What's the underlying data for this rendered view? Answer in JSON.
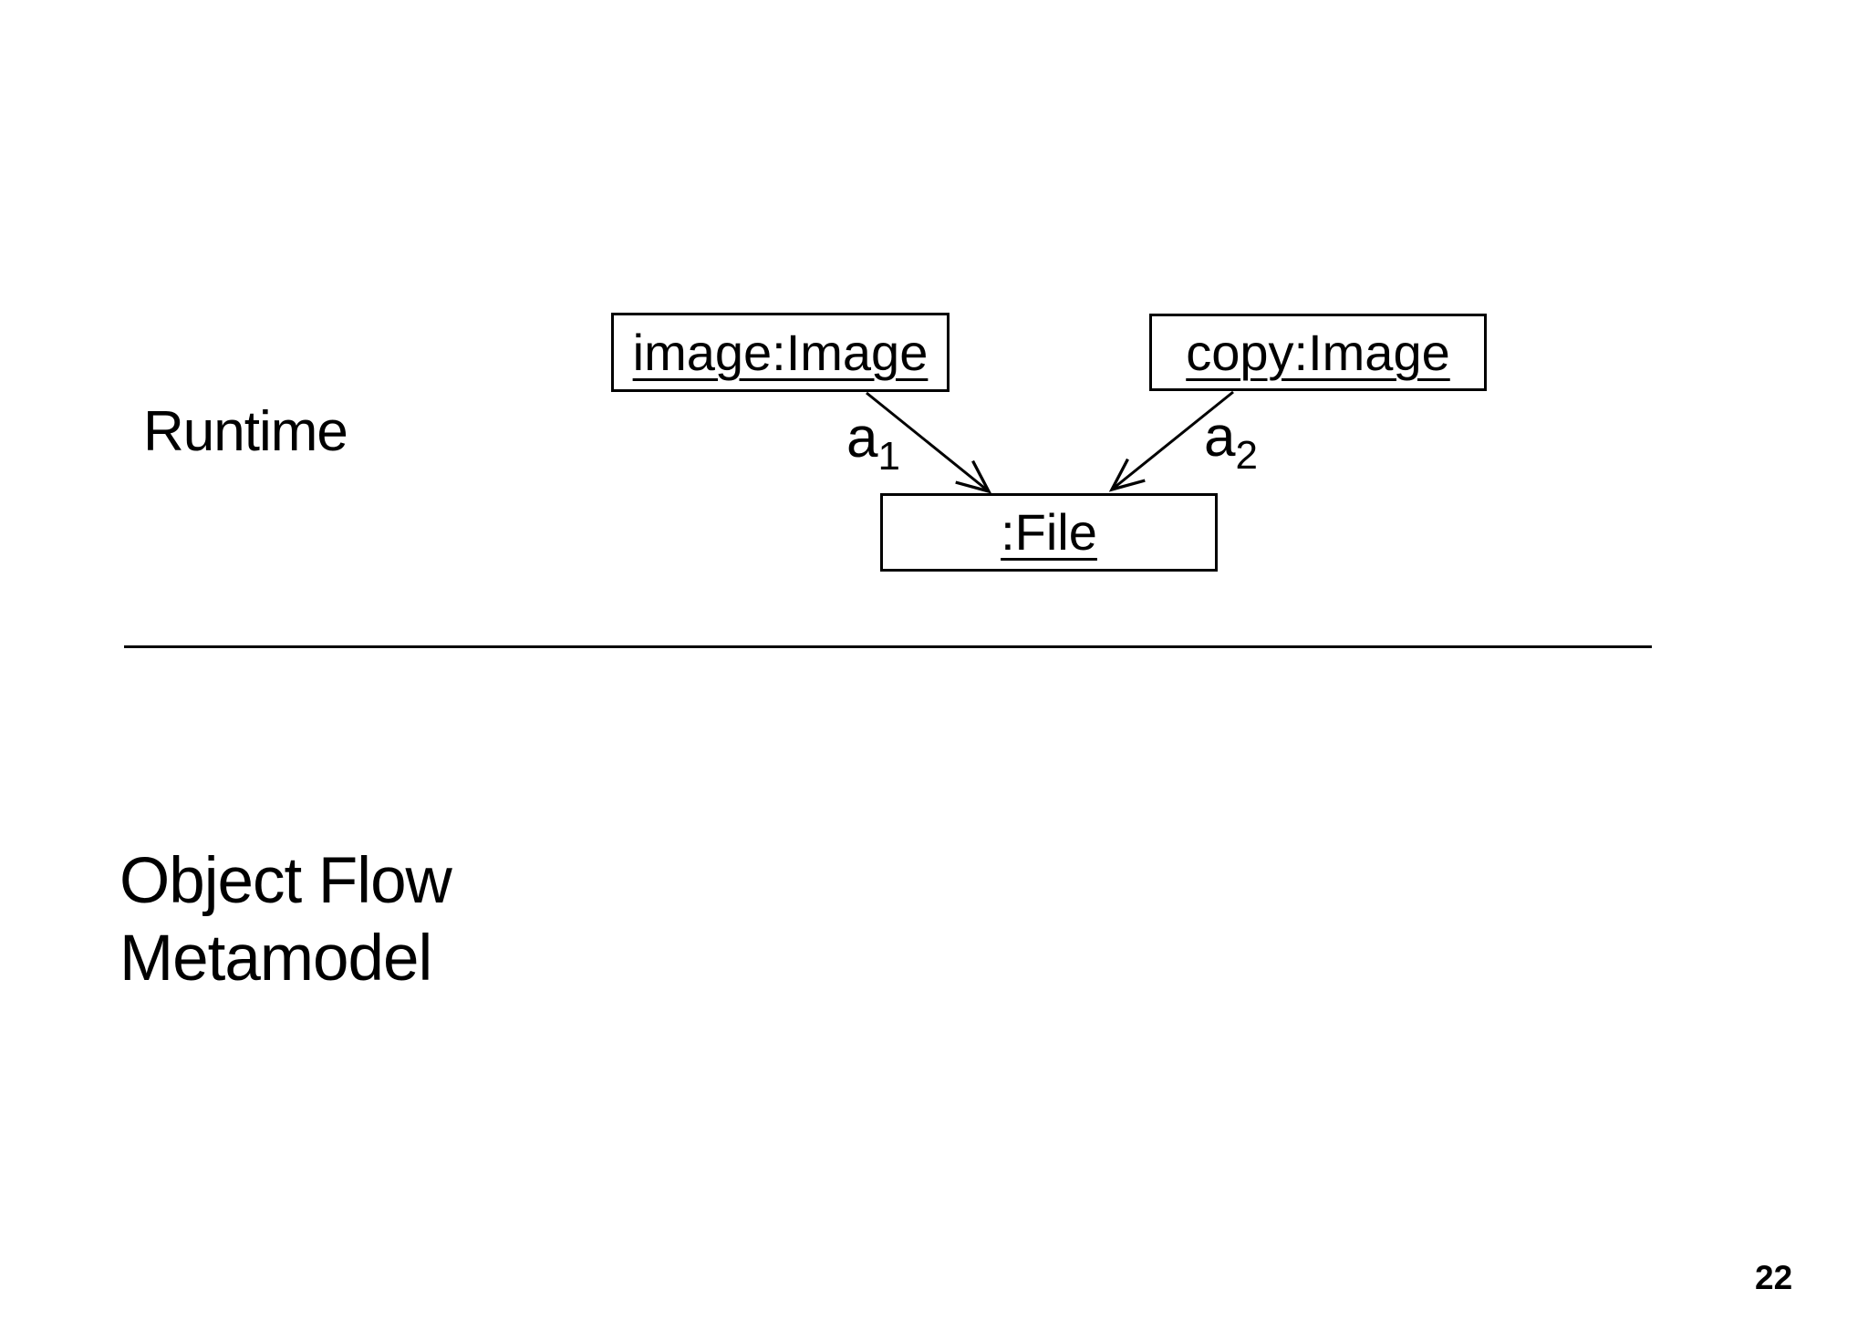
{
  "slide": {
    "background_color": "#ffffff",
    "runtime_label": "Runtime",
    "metamodel_label_line1": "Object Flow",
    "metamodel_label_line2": "Metamodel",
    "page_number": "22"
  },
  "diagram": {
    "type": "uml-object-diagram",
    "stroke_color": "#000000",
    "nodes": [
      {
        "id": "image-instance",
        "label": "image:Image"
      },
      {
        "id": "copy-instance",
        "label": "copy:Image"
      },
      {
        "id": "file-instance",
        "label": ":File"
      }
    ],
    "edges": [
      {
        "from": "image-instance",
        "to": "file-instance",
        "label_base": "a",
        "label_sub": "1"
      },
      {
        "from": "copy-instance",
        "to": "file-instance",
        "label_base": "a",
        "label_sub": "2"
      }
    ]
  }
}
